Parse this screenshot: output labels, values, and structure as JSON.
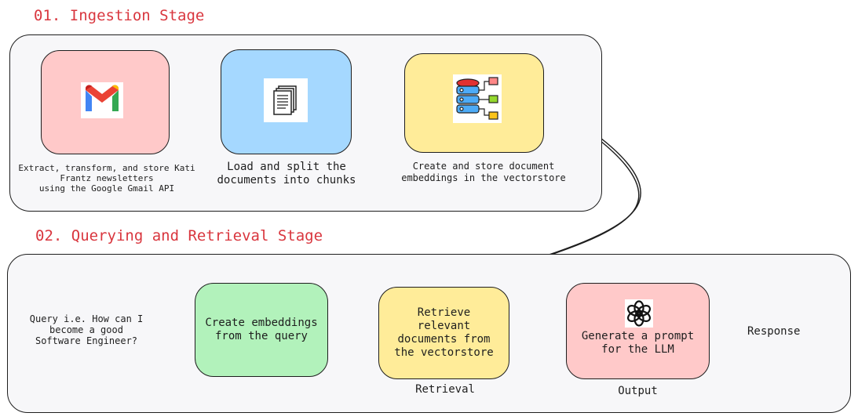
{
  "stages": [
    {
      "title": "01. Ingestion Stage"
    },
    {
      "title": "02. Querying and Retrieval Stage"
    }
  ],
  "ingestion": {
    "gmail": {
      "icon": "gmail-icon",
      "caption": "Extract, transform, and store Kati\nFrantz newsletters\nusing the Google Gmail API",
      "color": "#ffc9c9"
    },
    "split": {
      "icon": "documents-icon",
      "caption": "Load and split the\ndocuments into chunks",
      "color": "#a5d8ff"
    },
    "store": {
      "icon": "database-icon",
      "caption": "Create and store document\nembeddings in the vectorstore",
      "color": "#ffec99"
    }
  },
  "querying": {
    "query_text": "Query i.e. How can I\nbecome a  good\nSoftware Engineer?",
    "embed": {
      "label": "Create embeddings\nfrom the query",
      "color": "#b2f2bb"
    },
    "retrieve": {
      "label": "Retrieve\nrelevant\ndocuments from\nthe vectorstore",
      "caption": "Retrieval",
      "color": "#ffec99"
    },
    "generate": {
      "icon": "openai-icon",
      "label": "Generate a prompt\nfor the LLM",
      "caption": "Output",
      "color": "#ffc9c9"
    },
    "response": "Response"
  },
  "colors": {
    "stage_title": "#d9363e",
    "panel_bg": "#f7f7f9",
    "stroke": "#1e1e1e"
  }
}
